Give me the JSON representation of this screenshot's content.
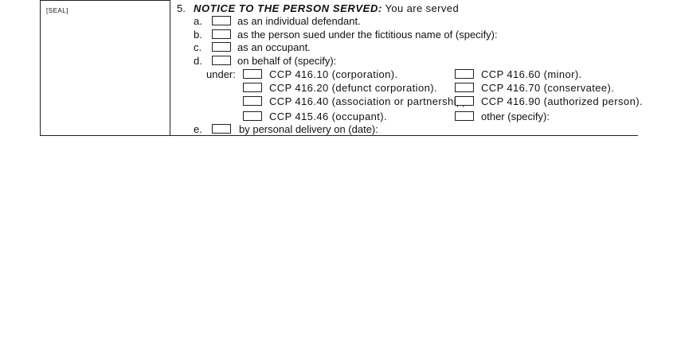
{
  "seal": {
    "label": "SEAL"
  },
  "notice": {
    "number": "5.",
    "title": "NOTICE TO THE PERSON SERVED:",
    "title_suffix": "You are served",
    "options": {
      "a": {
        "letter": "a.",
        "label": "as an individual defendant."
      },
      "b": {
        "letter": "b.",
        "label": "as the person sued under the fictitious name of (specify):"
      },
      "c": {
        "letter": "c.",
        "label": "as an occupant."
      },
      "d": {
        "letter": "d.",
        "label": "on behalf of (specify):"
      },
      "e": {
        "letter": "e.",
        "label": "by personal delivery on (date):"
      }
    },
    "under_label": "under:",
    "ccp_left": [
      "CCP 416.10 (corporation).",
      "CCP 416.20 (defunct corporation).",
      "CCP 416.40 (association or partnership).",
      "CCP 415.46 (occupant)."
    ],
    "ccp_right": [
      "CCP 416.60 (minor).",
      "CCP 416.70 (conservatee).",
      "CCP 416.90 (authorized person).",
      "other (specify):"
    ]
  }
}
